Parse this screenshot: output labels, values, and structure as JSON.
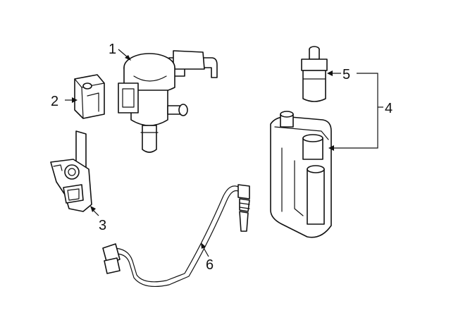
{
  "diagram": {
    "callouts": [
      "1",
      "2",
      "3",
      "4",
      "5",
      "6"
    ]
  },
  "colors": {
    "line": "#111111",
    "background": "#ffffff"
  }
}
